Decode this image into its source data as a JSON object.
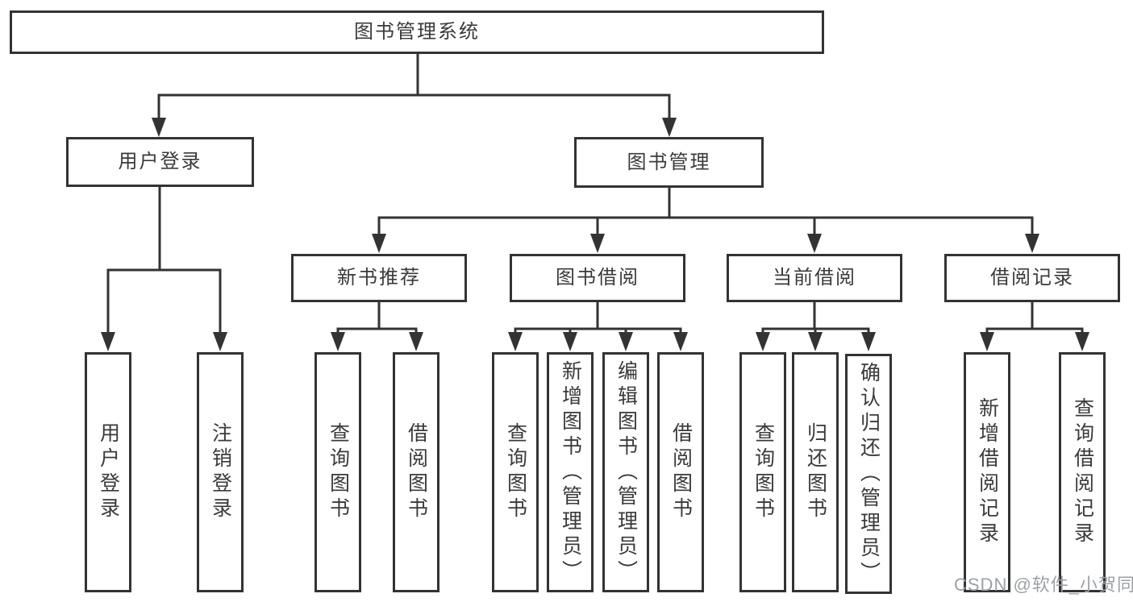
{
  "colors": {
    "line": "#333333",
    "text": "#3a3a3a",
    "watermark": "#9ca1a7",
    "background": "#ffffff"
  },
  "nodes": {
    "root": "图书管理系统",
    "user_login": "用户登录",
    "book_mgmt": "图书管理",
    "l3": {
      "new_books": "新书推荐",
      "borrow": "图书借阅",
      "current": "当前借阅",
      "records": "借阅记录"
    },
    "leaves": {
      "user_login": [
        "用户登录",
        "注销登录"
      ],
      "new_books": [
        "查询图书",
        "借阅图书"
      ],
      "borrow": [
        "查询图书",
        "新增图书（管理员）",
        "编辑图书（管理员）",
        "借阅图书"
      ],
      "current": [
        "查询图书",
        "归还图书",
        "确认归还（管理员）"
      ],
      "records": [
        "新增借阅记录",
        "查询借阅记录"
      ]
    }
  },
  "watermark": {
    "text": "CSDN @软件_小贺同学"
  }
}
